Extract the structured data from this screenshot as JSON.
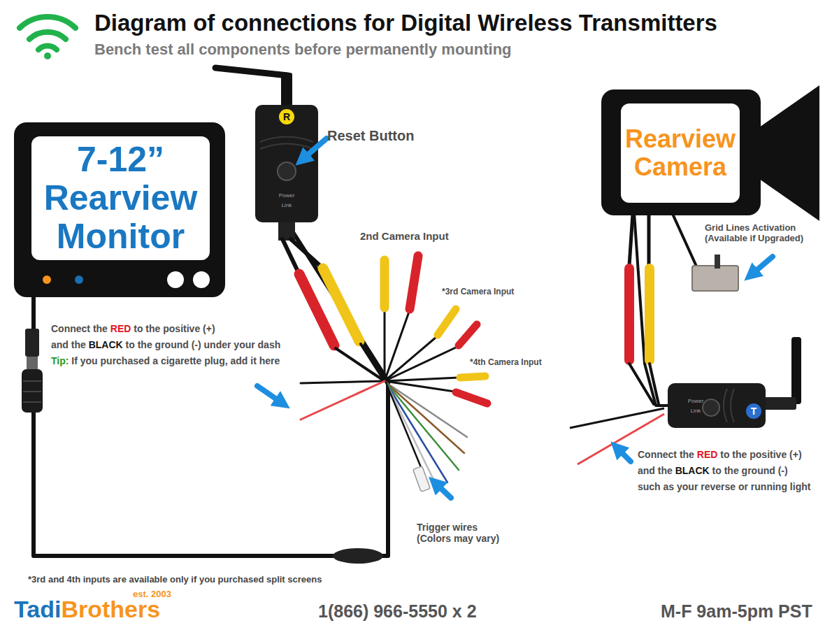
{
  "diagram": {
    "title": "Diagram of connections for Digital Wireless Transmitters",
    "nodes": [
      {
        "text": [
          "7-12” Rearview Monitor"
        ]
      },
      {
        "text": [
          "R",
          "Power",
          "Link"
        ]
      },
      {
        "text": [
          "Rearview Camera"
        ]
      },
      {
        "text": [
          "T",
          "Power",
          "Link"
        ]
      }
    ],
    "edges": [
      {
        "from": 0,
        "to": 1,
        "arrow": "none"
      },
      {
        "from": 2,
        "to": 3,
        "arrow": "none"
      }
    ],
    "labels": [
      "Bench test all components before permanently mounting",
      "Reset Button",
      "2nd Camera Input",
      "*3rd Camera Input",
      "*4th Camera Input",
      "Connect the",
      "RED",
      "to the positive (+)",
      "and the",
      "BLACK",
      "to the ground (-) under your dash",
      "Tip:",
      "If you purchased a cigarette plug, add it here",
      "Trigger wires (Colors may vary)",
      "Grid Lines Activation (Available if Upgraded)",
      "Connect the",
      "RED",
      "to the positive (+)",
      "and the",
      "BLACK",
      "to the ground (-)",
      "such as your reverse or running light",
      "*3rd and 4th inputs are available only if you purchased split screens",
      "Tadi",
      "Brothers",
      "est. 2003",
      "1(866) 966-5550 x 2",
      "M-F 9am-5pm PST"
    ]
  }
}
